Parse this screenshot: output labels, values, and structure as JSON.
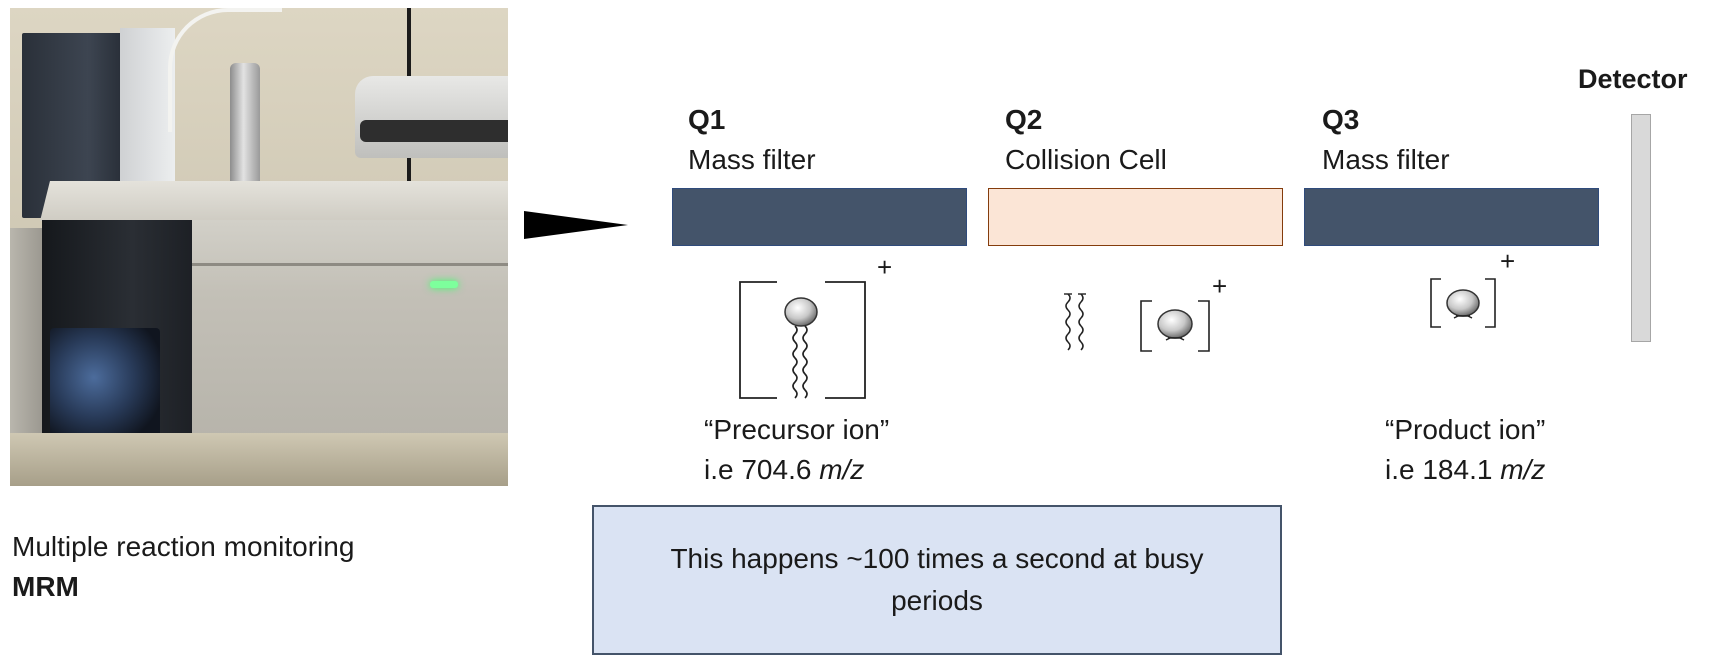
{
  "quadrupoles": [
    {
      "name": "Q1",
      "desc": "Mass filter",
      "color": "#44546a"
    },
    {
      "name": "Q2",
      "desc": "Collision Cell",
      "color": "#fbe5d6"
    },
    {
      "name": "Q3",
      "desc": "Mass filter",
      "color": "#44546a"
    }
  ],
  "detector": {
    "label": "Detector"
  },
  "precursor": {
    "line1": "“Precursor ion”",
    "prefix": "i.e 704.6 ",
    "unit": "m/z"
  },
  "product": {
    "line1": "“Product ion”",
    "prefix": "i.e 184.1 ",
    "unit": "m/z"
  },
  "charge": "+",
  "caption": {
    "line1": "Multiple reaction monitoring",
    "line2": "MRM"
  },
  "note": "This happens ~100 times a second at busy periods"
}
